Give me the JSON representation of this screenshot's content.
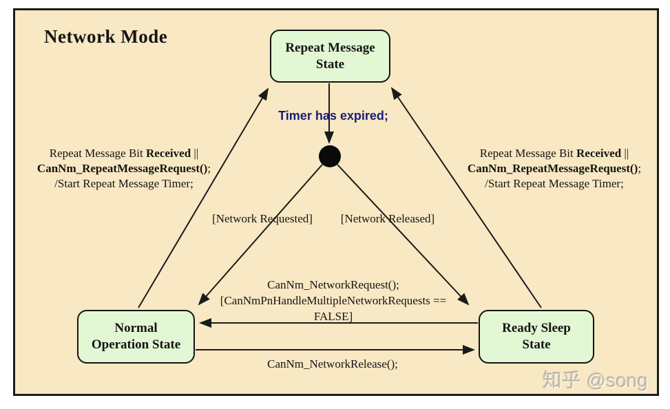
{
  "title": "Network Mode",
  "colors": {
    "frame_bg": "#f8e8c3",
    "frame_border": "#1b1b1b",
    "state_fill": "#e2f7d3",
    "state_border": "#141414",
    "line_color": "#1a1a1a",
    "timer_text_color": "#1b1b78"
  },
  "states": {
    "repeat_message": {
      "line1": "Repeat Message",
      "line2": "State"
    },
    "normal_operation": {
      "line1": "Normal",
      "line2": "Operation State"
    },
    "ready_sleep": {
      "line1": "Ready Sleep",
      "line2": "State"
    }
  },
  "junction": {
    "name": "junction-point"
  },
  "labels": {
    "timer": "Timer has expired;",
    "guard_requested": "[Network Requested]",
    "guard_released": "[Network Released]",
    "repeat_transition": {
      "line1_pre": "Repeat Message Bit ",
      "line1_bold": "Received",
      "line1_post": " ||",
      "line2_bold": "CanNm_RepeatMessageRequest()",
      "line2_post": ";",
      "line3": "/Start Repeat Message Timer;"
    },
    "network_request": {
      "line1": "CanNm_NetworkRequest();",
      "line2": "[CanNmPnHandleMultipleNetworkRequests ==",
      "line3": "FALSE]"
    },
    "network_release": "CanNm_NetworkRelease();"
  },
  "watermark": "知乎 @song"
}
